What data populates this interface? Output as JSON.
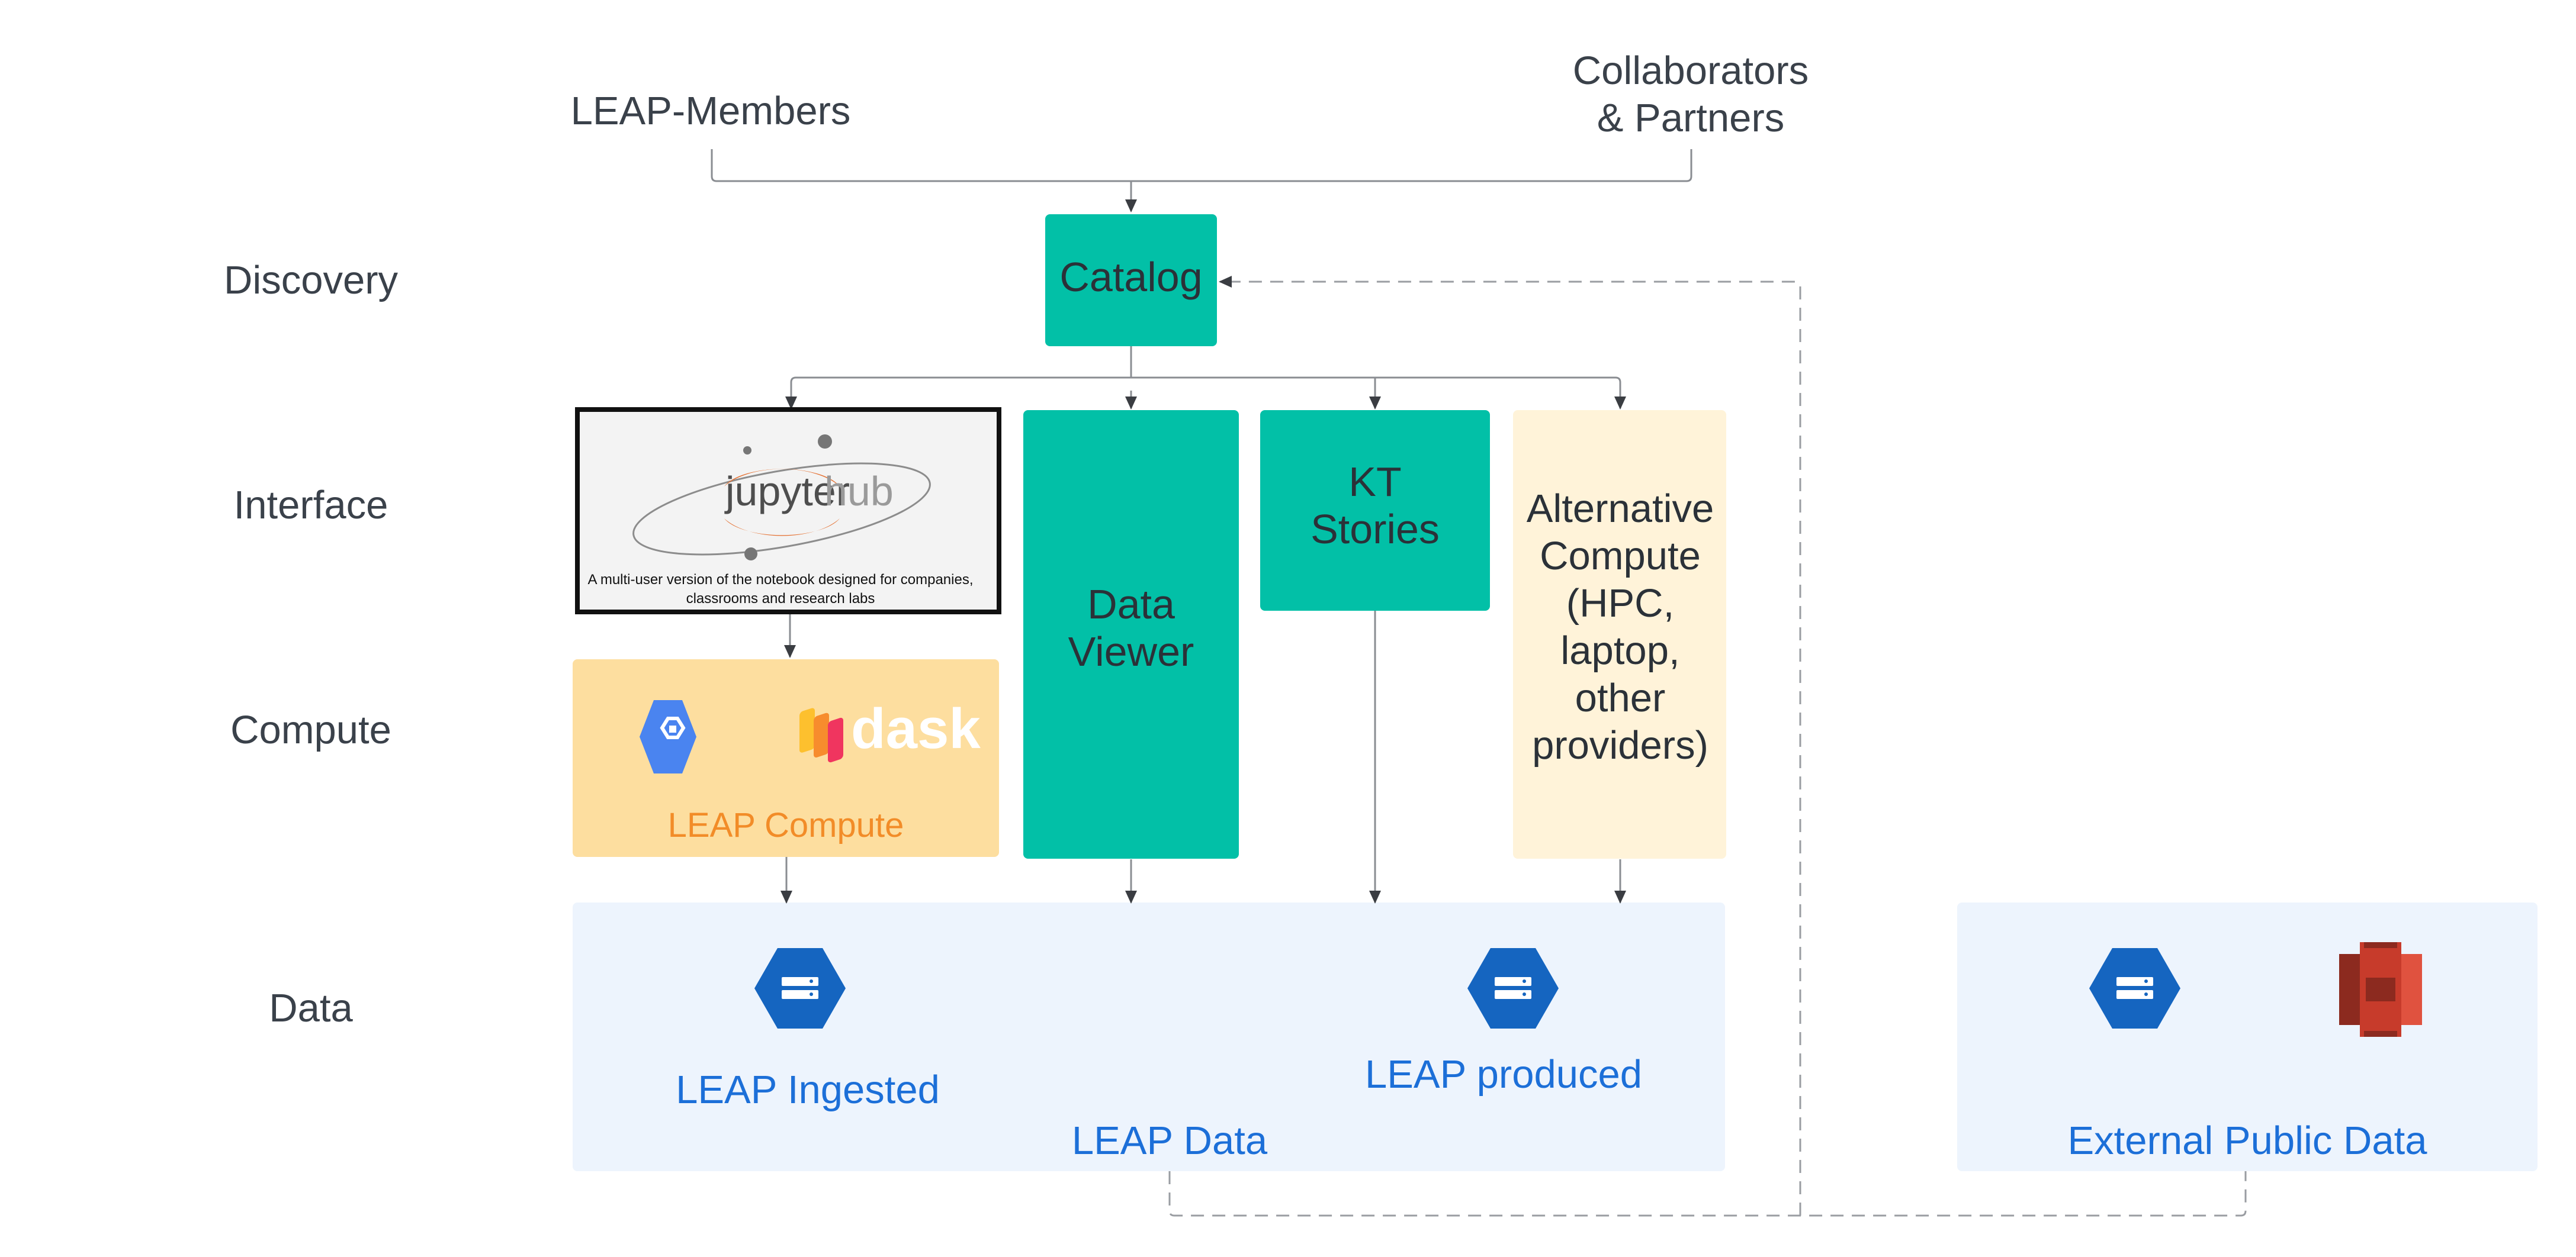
{
  "actors": {
    "members": "LEAP-Members",
    "collaborators_line1": "Collaborators",
    "collaborators_line2": "& Partners"
  },
  "rows": {
    "discovery": "Discovery",
    "interface": "Interface",
    "compute": "Compute",
    "data": "Data"
  },
  "nodes": {
    "catalog": "Catalog",
    "jupyterhub": {
      "logo_text_a": "jupyter",
      "logo_text_b": "hub",
      "caption_line1": "A multi-user version of the notebook designed for companies,",
      "caption_line2": "classrooms and research labs"
    },
    "data_viewer_line1": "Data",
    "data_viewer_line2": "Viewer",
    "kt_line1": "KT",
    "kt_line2": "Stories",
    "alt_compute": [
      "Alternative",
      "Compute",
      "(HPC,",
      "laptop,",
      "other",
      "providers)"
    ],
    "leap_compute": "LEAP Compute",
    "dask": "dask",
    "leap_ingested": "LEAP Ingested",
    "leap_produced": "LEAP produced",
    "leap_data": "LEAP Data",
    "external_public_data": "External Public Data"
  },
  "icons": [
    "kubernetes-engine-icon",
    "dask-logo-icon",
    "cloud-storage-icon",
    "aws-s3-icon"
  ],
  "colors": {
    "teal": "#02c0a7",
    "compute_fill": "#fdde9f",
    "alt_fill": "#fff3d9",
    "data_fill": "#edf4fd",
    "blue_text": "#1c6fd8",
    "orange_text": "#f28c28",
    "jupyter_orange": "#e46e2e",
    "gcp_blue": "#1565c0",
    "s3_red": "#c73b2b"
  }
}
